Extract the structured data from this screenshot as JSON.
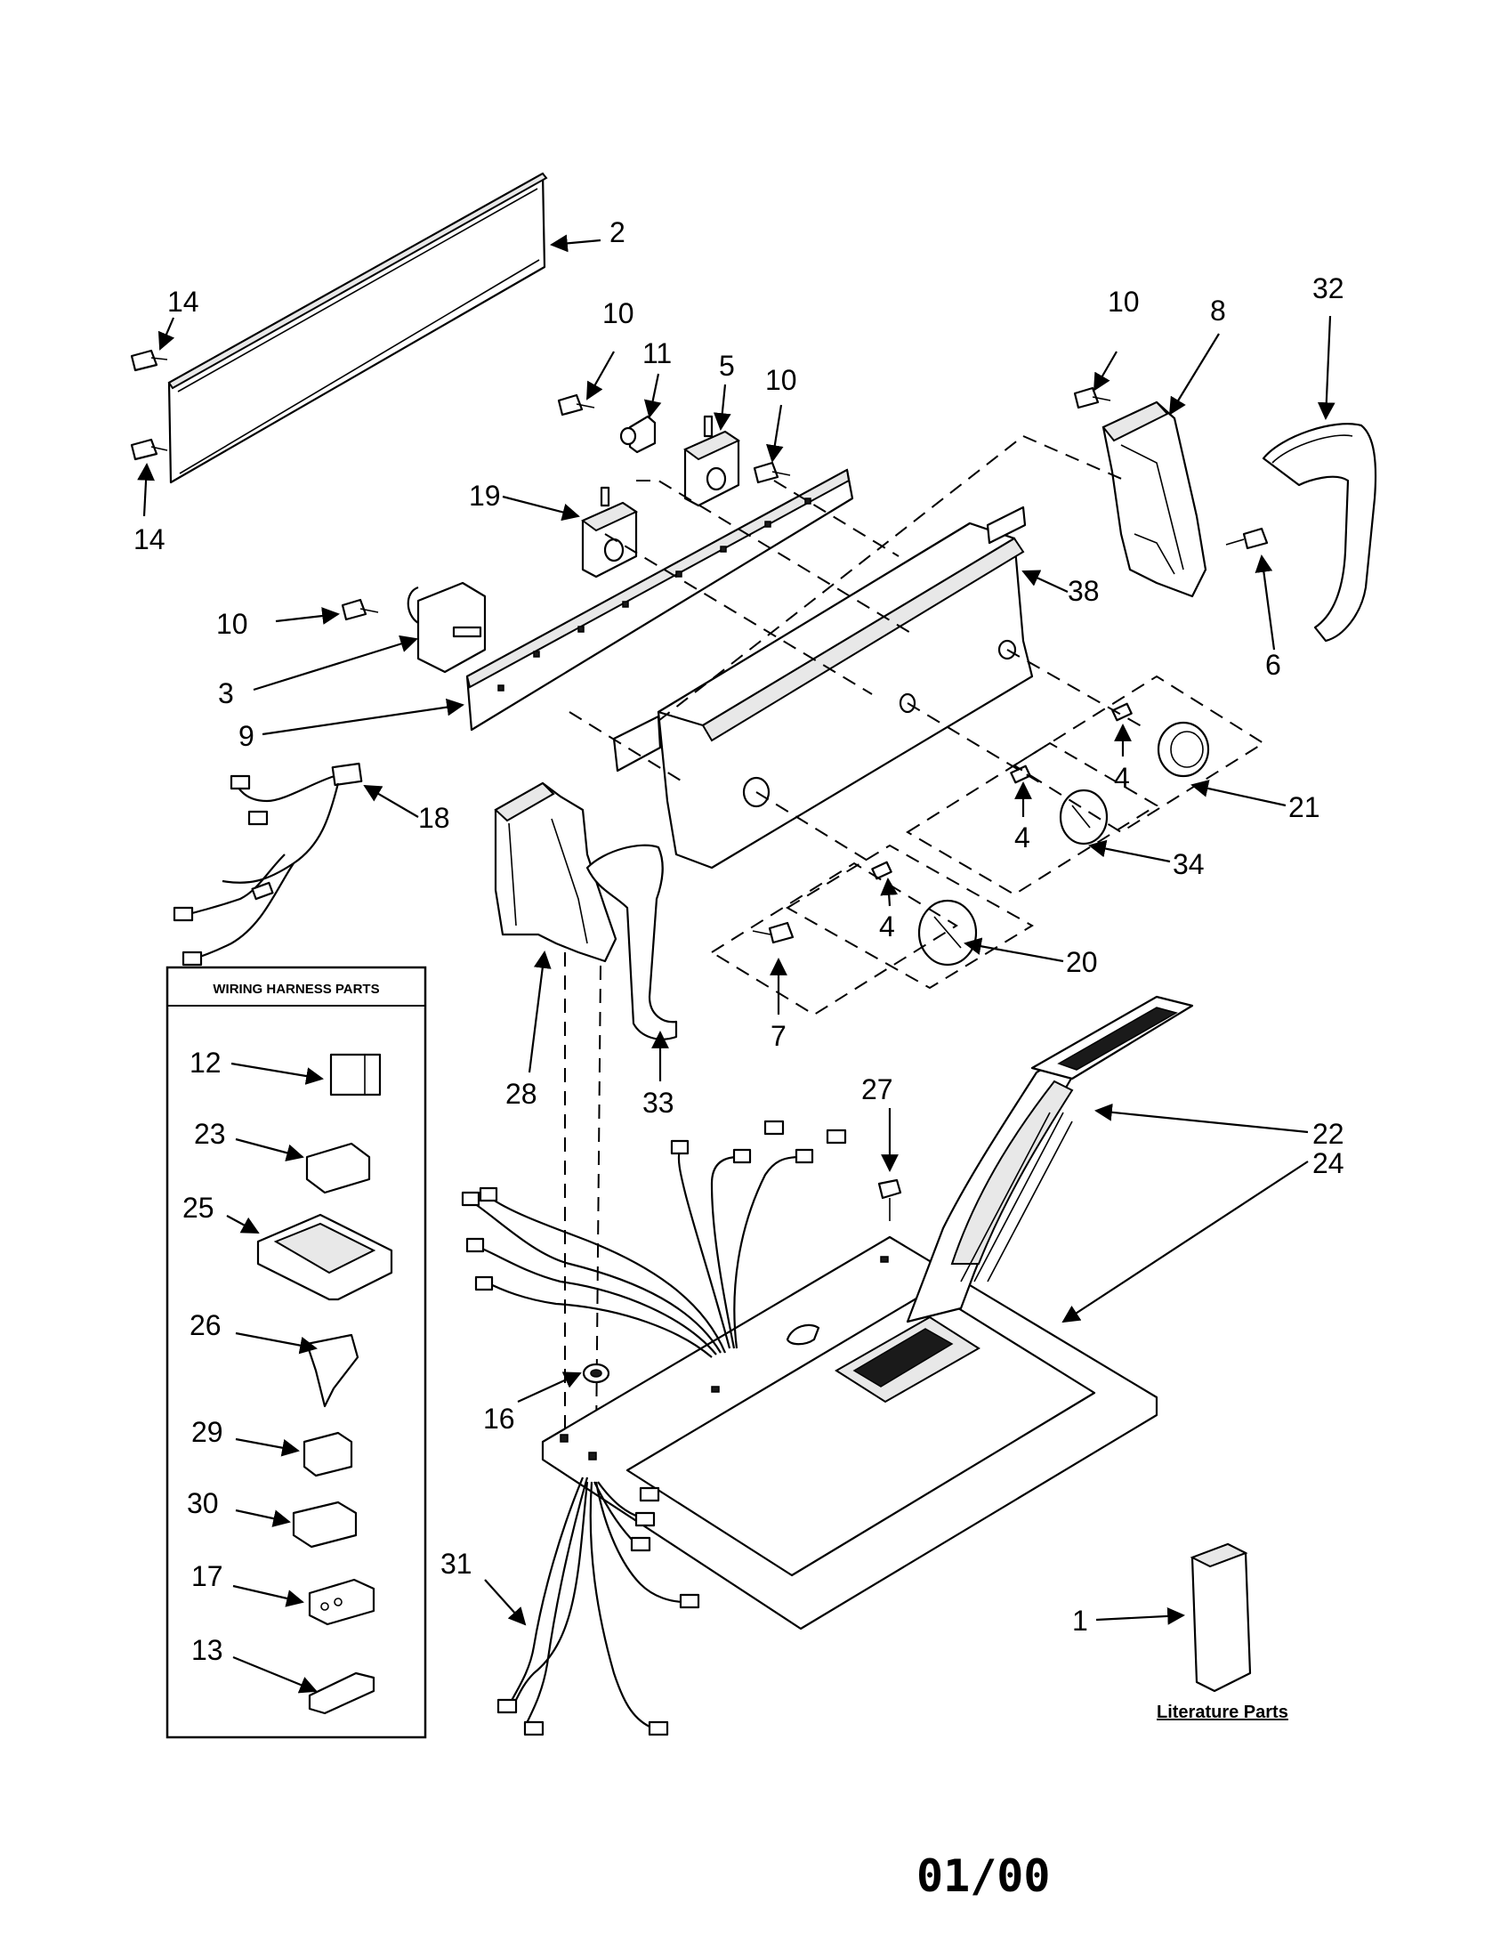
{
  "diagram": {
    "harness_box_title": "WIRING HARNESS PARTS",
    "literature_label": "Literature Parts",
    "footer_date": "01/00",
    "callouts": {
      "c1": "1",
      "c2": "2",
      "c3": "3",
      "c4a": "4",
      "c4b": "4",
      "c4c": "4",
      "c5": "5",
      "c6": "6",
      "c7": "7",
      "c8": "8",
      "c9": "9",
      "c10a": "10",
      "c10b": "10",
      "c10c": "10",
      "c10d": "10",
      "c11": "11",
      "c12": "12",
      "c13": "13",
      "c14a": "14",
      "c14b": "14",
      "c16": "16",
      "c17": "17",
      "c18": "18",
      "c19": "19",
      "c20": "20",
      "c21": "21",
      "c22": "22",
      "c23": "23",
      "c24": "24",
      "c25": "25",
      "c26": "26",
      "c27": "27",
      "c28": "28",
      "c29": "29",
      "c30": "30",
      "c31": "31",
      "c32": "32",
      "c33": "33",
      "c34": "34",
      "c38": "38"
    }
  }
}
